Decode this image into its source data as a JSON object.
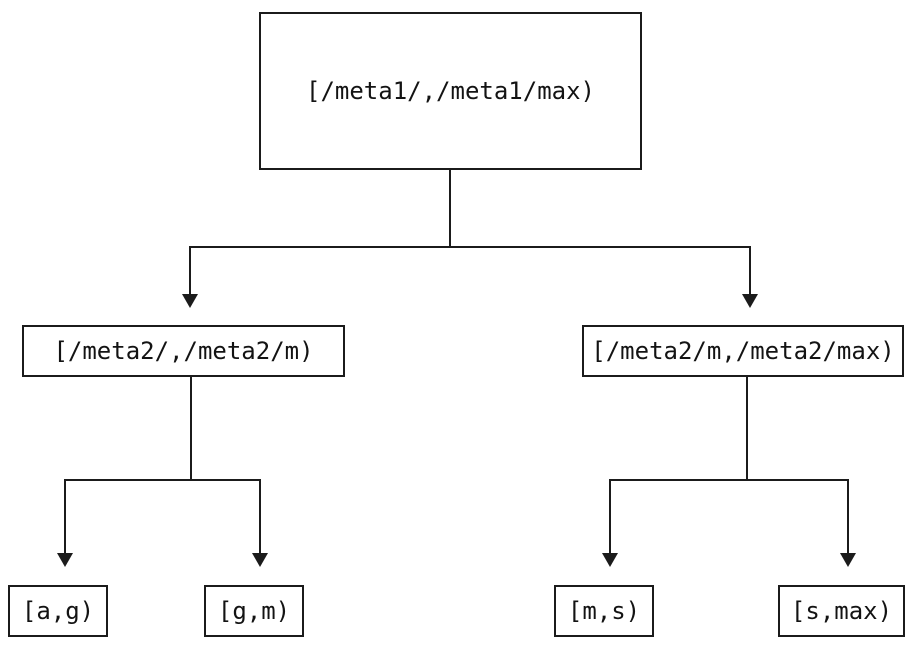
{
  "diagram": {
    "type": "tree",
    "background_color": "#ffffff",
    "line_color": "#1b1b1b",
    "text_color": "#131313",
    "icons": {
      "arrowhead_down": "▼"
    },
    "nodes": {
      "root": {
        "label": "[/meta1/,/meta1/max)"
      },
      "left": {
        "label": "[/meta2/,/meta2/m)"
      },
      "right": {
        "label": "[/meta2/m,/meta2/max)"
      },
      "ag": {
        "label": "[a,g)"
      },
      "gm": {
        "label": "[g,m)"
      },
      "ms": {
        "label": "[m,s)"
      },
      "smax": {
        "label": "[s,max)"
      }
    },
    "edges": [
      {
        "from": "root",
        "to": "left"
      },
      {
        "from": "root",
        "to": "right"
      },
      {
        "from": "left",
        "to": "ag"
      },
      {
        "from": "left",
        "to": "gm"
      },
      {
        "from": "right",
        "to": "ms"
      },
      {
        "from": "right",
        "to": "smax"
      }
    ]
  }
}
